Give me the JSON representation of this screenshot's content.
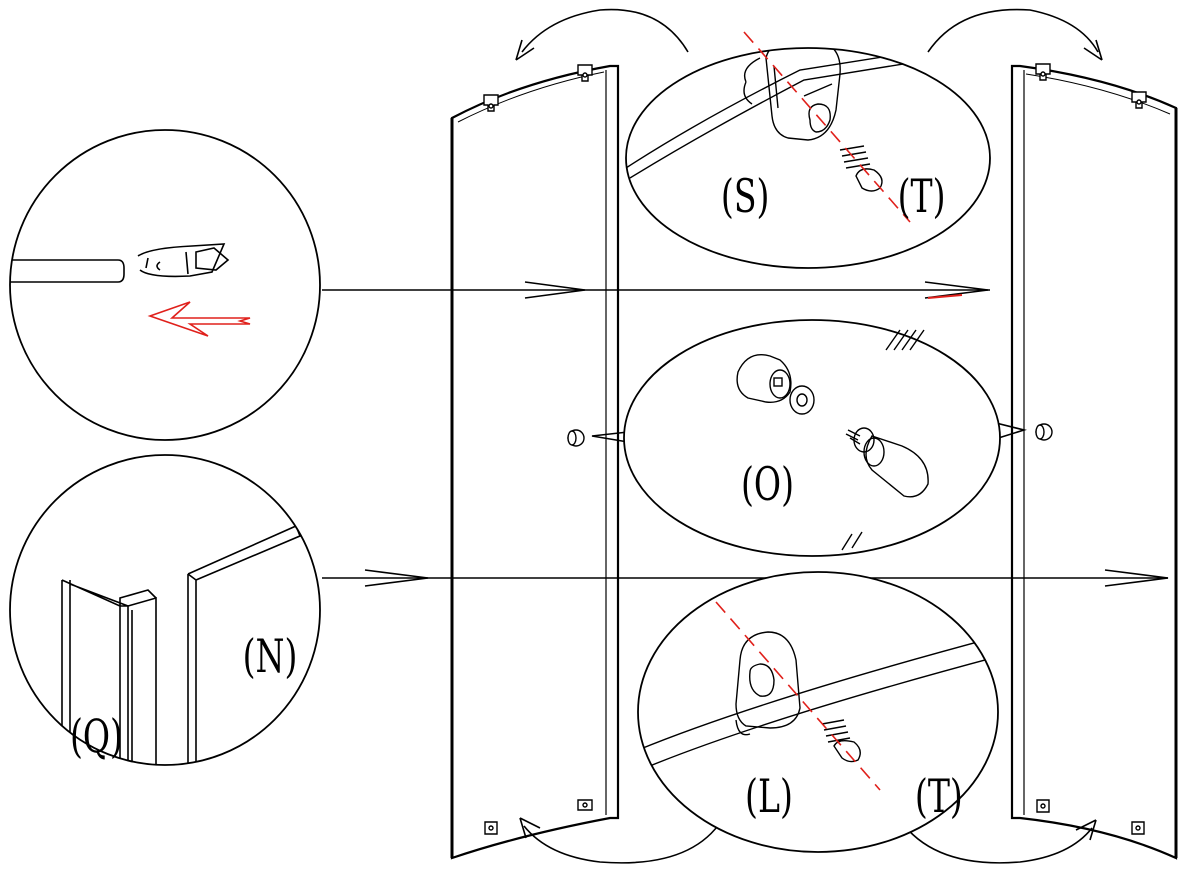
{
  "labels": {
    "s": "(S)",
    "t_top": "(T)",
    "o": "(O)",
    "l": "(L)",
    "t_bottom": "(T)",
    "n": "(N)",
    "q": "(Q)"
  },
  "colors": {
    "line": "#000000",
    "accent": "#e0201b",
    "background": "#ffffff"
  }
}
